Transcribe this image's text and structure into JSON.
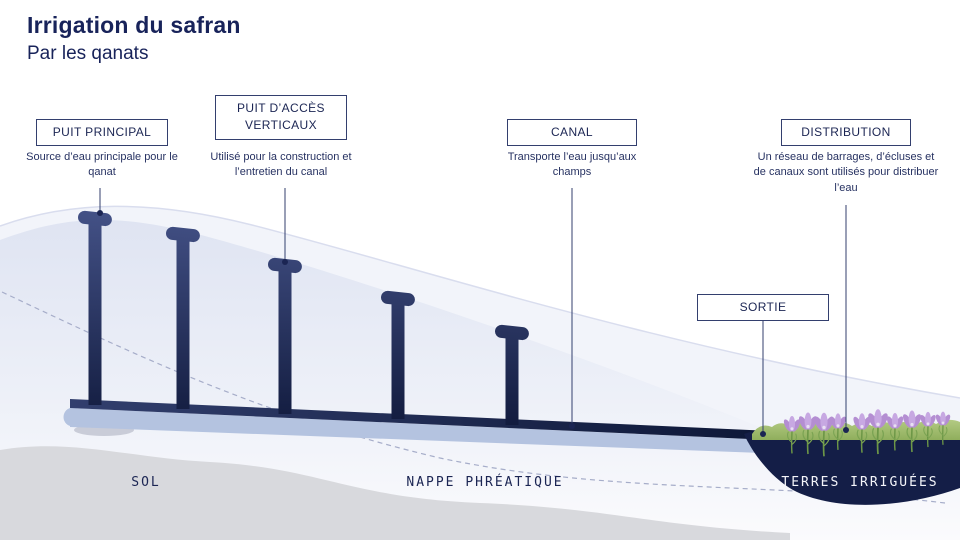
{
  "header": {
    "title": "Irrigation du safran",
    "subtitle": "Par les qanats"
  },
  "callouts": [
    {
      "label": "PUIT PRINCIPAL",
      "description": "Source d’eau principale pour le qanat"
    },
    {
      "label": "PUIT D’ACCÈS VERTICAUX",
      "description": "Utilisé pour la construction et l’entretien du canal"
    },
    {
      "label": "CANAL",
      "description": "Transporte l’eau jusqu’aux champs"
    },
    {
      "label": "DISTRIBUTION",
      "description": "Un réseau de barrages, d’écluses et de canaux sont utilisés pour distribuer l’eau"
    },
    {
      "label": "SORTIE",
      "description": ""
    }
  ],
  "ground_labels": {
    "sol": "SOL",
    "nappe": "NAPPE PHRÉATIQUE",
    "terres": "TERRES IRRIGUÉES"
  },
  "colors": {
    "navy_text": "#18235a",
    "shaft_dark": "#0d1637",
    "hill_lavender": "#e2e6f3",
    "water_blue": "#b4c3e0",
    "ground_gray": "#d8d9dd",
    "grass_green": "#a6c173",
    "flower_purple": "#b48ed2",
    "pond_navy": "#141e47"
  }
}
